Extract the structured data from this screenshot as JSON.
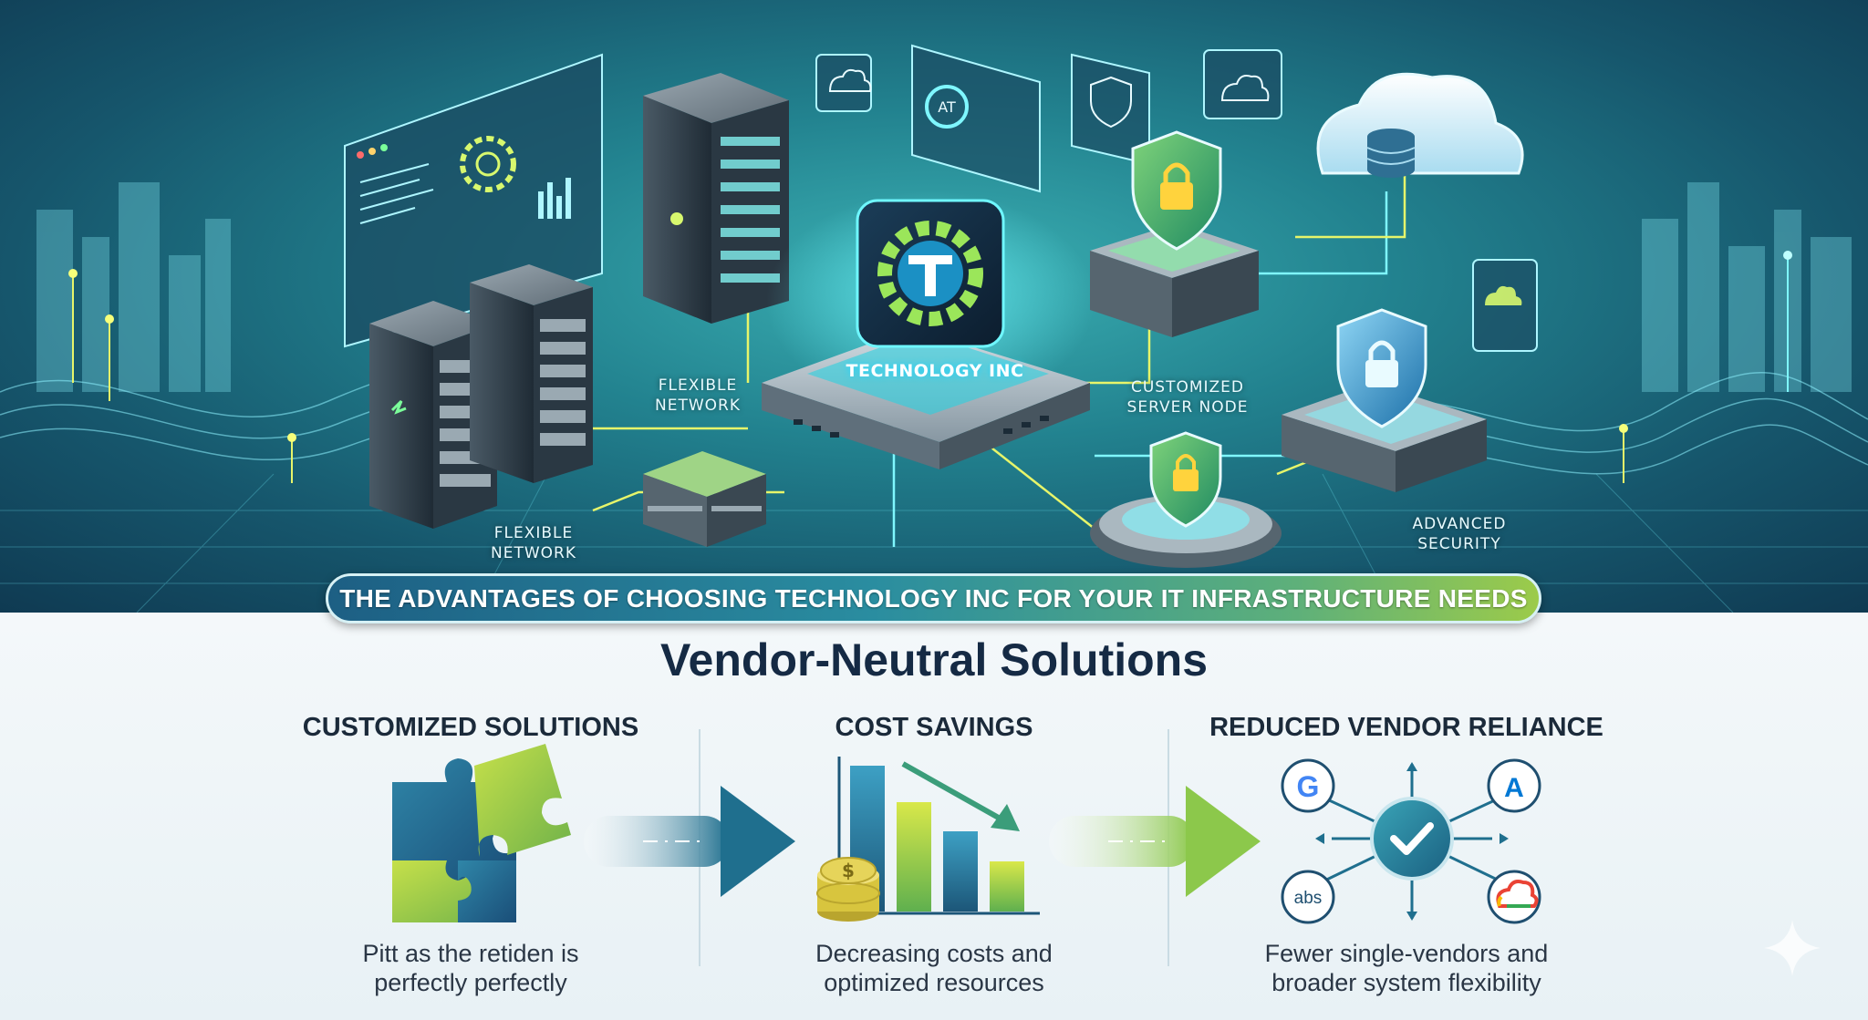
{
  "scene": {
    "logo_label": "TECHNOLOGY INC",
    "labels": {
      "flexible_network_top": "FLEXIBLE\nNETWORK",
      "flexible_network_bottom": "FLEXIBLE\nNETWORK",
      "customized_server_node": "CUSTOMIZED\nSERVER NODE",
      "advanced_security": "ADVANCED\nSECURITY"
    },
    "panel_badge": "AT"
  },
  "banner": {
    "text": "THE ADVANTAGES OF CHOOSING TECHNOLOGY INC FOR YOUR IT INFRASTRUCTURE NEEDS"
  },
  "section": {
    "title": "Vendor-Neutral Solutions",
    "columns": [
      {
        "heading": "CUSTOMIZED SOLUTIONS",
        "caption": "Pitt as the retiden is\nperfectly perfectly"
      },
      {
        "heading": "COST SAVINGS",
        "caption": "Decreasing costs and\noptimized resources"
      },
      {
        "heading": "REDUCED VENDOR RELIANCE",
        "caption": "Fewer single-vendors and\nbroader system flexibility"
      }
    ]
  },
  "vendor_badges": [
    "G",
    "A",
    "abs"
  ],
  "icons": [
    "puzzle-icon",
    "bar-chart-icon",
    "coin-stack-icon",
    "checkmark-hub-icon",
    "shield-lock-icon",
    "cloud-database-icon",
    "server-rack-icon",
    "gear-logo-icon",
    "sparkle-icon"
  ],
  "colors": {
    "title": "#152a44",
    "banner_start": "#1d5f84",
    "banner_end": "#9ccb4a",
    "accent_teal": "#1a8fa3",
    "accent_lime": "#9ccb4a"
  }
}
